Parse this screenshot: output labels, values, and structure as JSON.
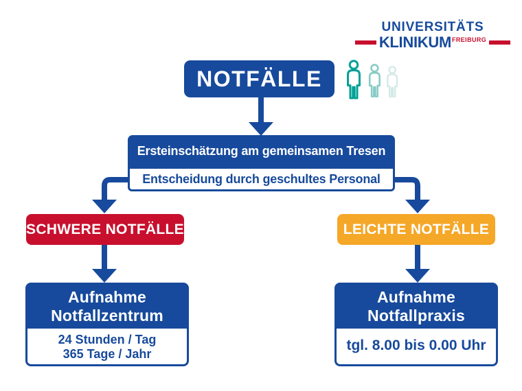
{
  "logo": {
    "line1": "UNIVERSITÄTS",
    "line2": "KLINIKUM",
    "city": "FREIBURG"
  },
  "flowchart": {
    "root_label": "NOTFÄLLE",
    "triage_header": "Ersteinschätzung am gemeinsamen Tresen",
    "triage_sub": "Entscheidung durch geschultes Personal",
    "branches": [
      {
        "label": "SCHWERE NOTFÄLLE",
        "dest_line1": "Aufnahme",
        "dest_line2": "Notfallzentrum",
        "hours": [
          "24 Stunden / Tag",
          "365 Tage / Jahr"
        ]
      },
      {
        "label": "LEICHTE NOTFÄLLE",
        "dest_line1": "Aufnahme",
        "dest_line2": "Notfallpraxis",
        "hours": [
          "tgl. 8.00 bis 0.00 Uhr"
        ]
      }
    ]
  },
  "icons": {
    "people_group": "three-patients-icon"
  },
  "colors": {
    "primary_blue": "#174a9c",
    "severe_red": "#c8102e",
    "mild_yellow": "#f5a728",
    "logo_red": "#c8102e",
    "people_teal": "#00a096",
    "people_teal_light": "#86cbc4",
    "people_teal_faint": "#d4eae7"
  }
}
